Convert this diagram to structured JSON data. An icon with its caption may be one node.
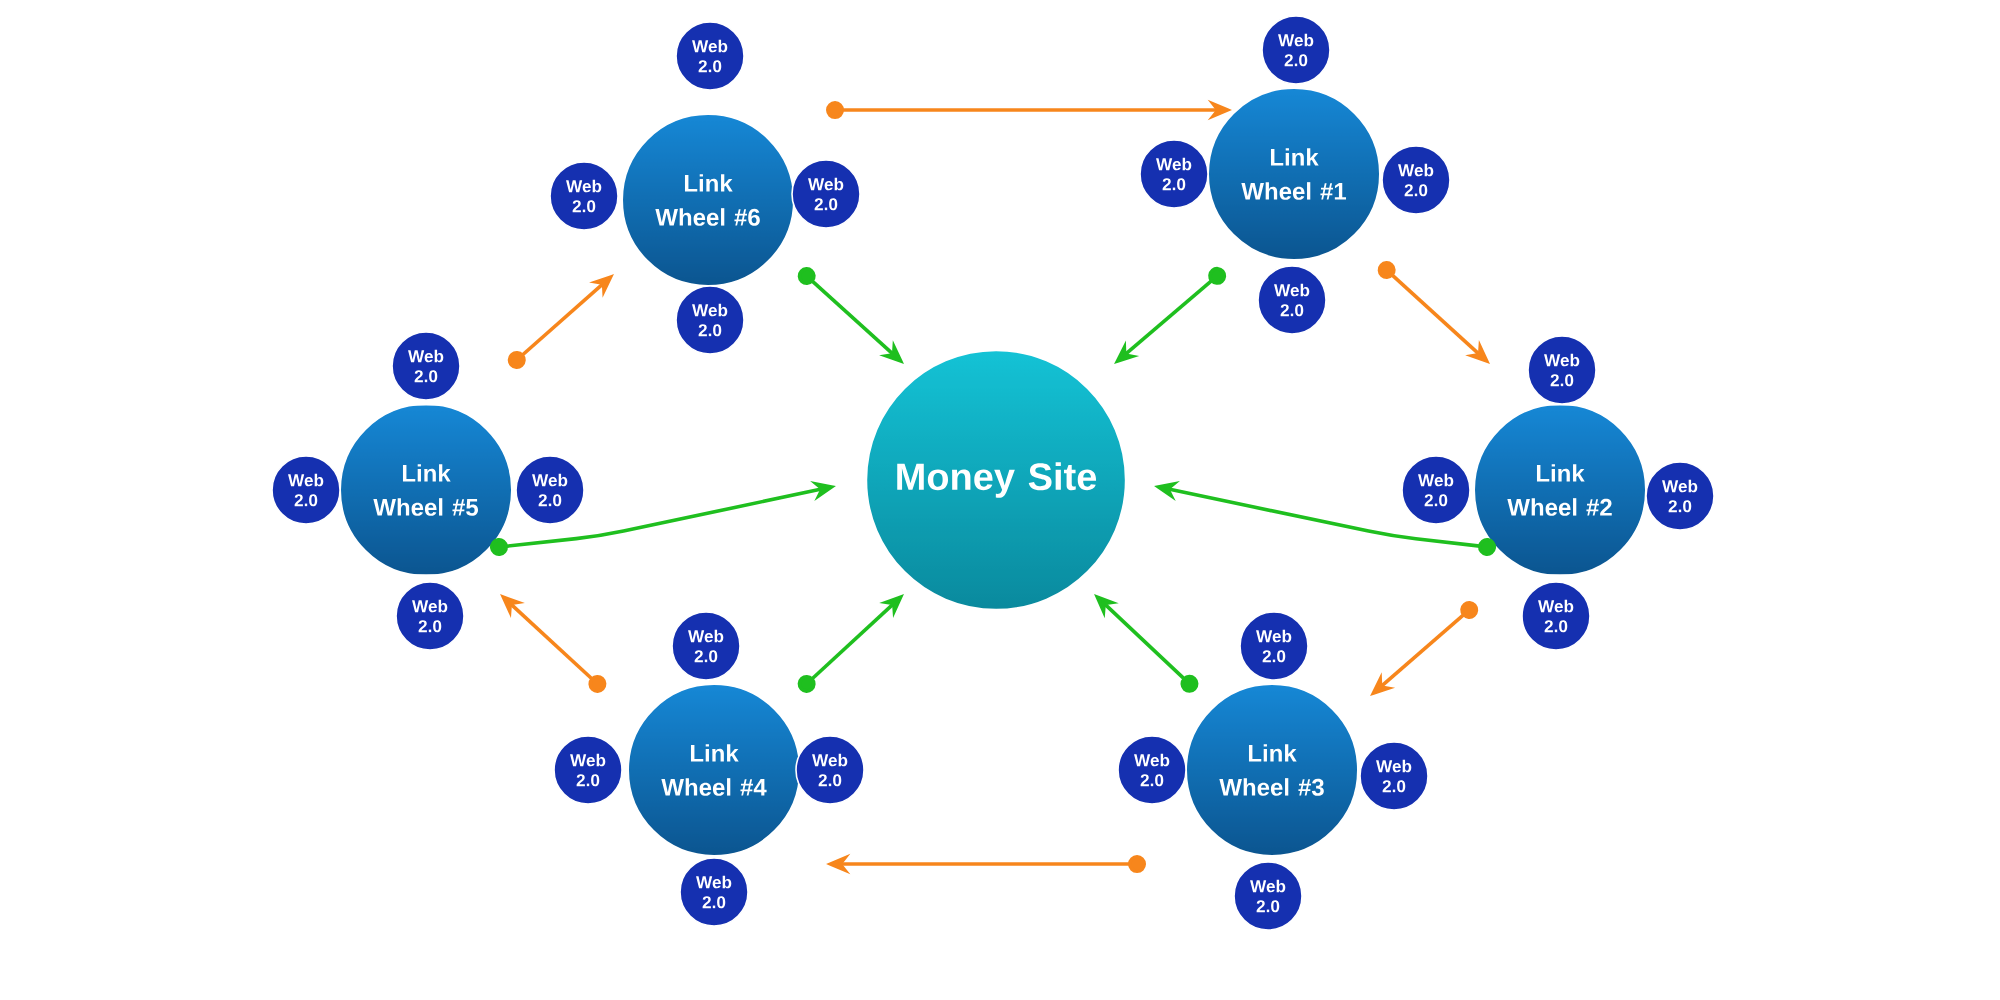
{
  "diagram": {
    "nodes": [
      {
        "text": [
          "Money Site"
        ]
      },
      {
        "text": [
          "Link Wheel #1"
        ]
      },
      {
        "text": [
          "Link Wheel #2"
        ]
      },
      {
        "text": [
          "Link Wheel #3"
        ]
      },
      {
        "text": [
          "Link Wheel #4"
        ]
      },
      {
        "text": [
          "Link Wheel #5"
        ]
      },
      {
        "text": [
          "Link Wheel #6"
        ]
      },
      {
        "text": [
          "Web 2.0"
        ]
      },
      {
        "text": [
          "Web 2.0"
        ]
      },
      {
        "text": [
          "Web 2.0"
        ]
      },
      {
        "text": [
          "Web 2.0"
        ]
      },
      {
        "text": [
          "Web 2.0"
        ]
      },
      {
        "text": [
          "Web 2.0"
        ]
      },
      {
        "text": [
          "Web 2.0"
        ]
      },
      {
        "text": [
          "Web 2.0"
        ]
      },
      {
        "text": [
          "Web 2.0"
        ]
      },
      {
        "text": [
          "Web 2.0"
        ]
      },
      {
        "text": [
          "Web 2.0"
        ]
      },
      {
        "text": [
          "Web 2.0"
        ]
      },
      {
        "text": [
          "Web 2.0"
        ]
      },
      {
        "text": [
          "Web 2.0"
        ]
      },
      {
        "text": [
          "Web 2.0"
        ]
      },
      {
        "text": [
          "Web 2.0"
        ]
      },
      {
        "text": [
          "Web 2.0"
        ]
      },
      {
        "text": [
          "Web 2.0"
        ]
      },
      {
        "text": [
          "Web 2.0"
        ]
      },
      {
        "text": [
          "Web 2.0"
        ]
      },
      {
        "text": [
          "Web 2.0"
        ]
      },
      {
        "text": [
          "Web 2.0"
        ]
      },
      {
        "text": [
          "Web 2.0"
        ]
      },
      {
        "text": [
          "Web 2.0"
        ]
      }
    ],
    "edges": [
      {
        "from": 6,
        "to": 1,
        "arrow": "to",
        "color": "#f7861c"
      },
      {
        "from": 1,
        "to": 2,
        "arrow": "to",
        "color": "#f7861c"
      },
      {
        "from": 2,
        "to": 3,
        "arrow": "to",
        "color": "#f7861c"
      },
      {
        "from": 3,
        "to": 4,
        "arrow": "to",
        "color": "#f7861c"
      },
      {
        "from": 4,
        "to": 5,
        "arrow": "to",
        "color": "#f7861c"
      },
      {
        "from": 5,
        "to": 6,
        "arrow": "to",
        "color": "#f7861c"
      },
      {
        "from": 6,
        "to": 0,
        "arrow": "to",
        "color": "#1fbf1f"
      },
      {
        "from": 1,
        "to": 0,
        "arrow": "to",
        "color": "#1fbf1f"
      },
      {
        "from": 5,
        "to": 0,
        "arrow": "to",
        "color": "#1fbf1f"
      },
      {
        "from": 2,
        "to": 0,
        "arrow": "to",
        "color": "#1fbf1f"
      },
      {
        "from": 4,
        "to": 0,
        "arrow": "to",
        "color": "#1fbf1f"
      },
      {
        "from": 3,
        "to": 0,
        "arrow": "to",
        "color": "#1fbf1f"
      }
    ]
  }
}
